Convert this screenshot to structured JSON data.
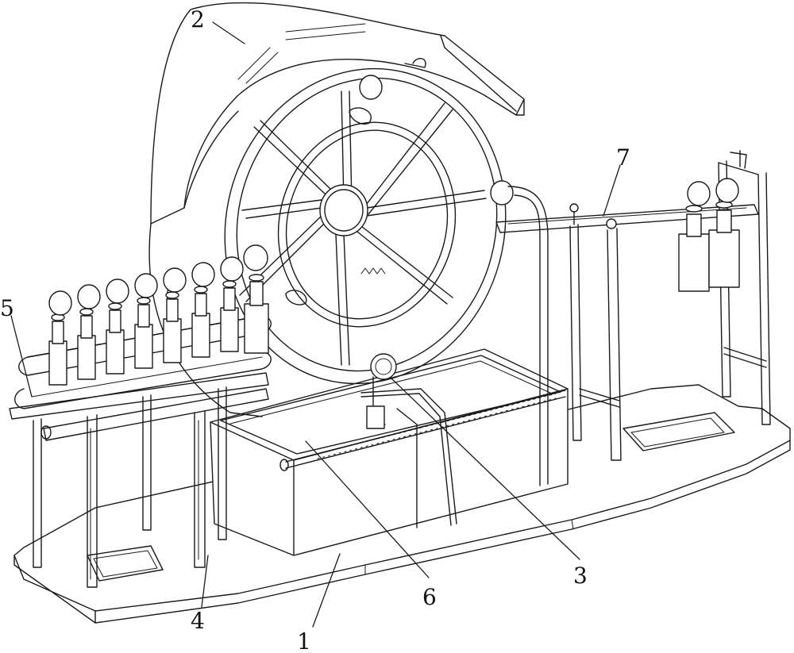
{
  "figure": {
    "callouts": [
      {
        "id": "1",
        "label": "1"
      },
      {
        "id": "2",
        "label": "2"
      },
      {
        "id": "3",
        "label": "3"
      },
      {
        "id": "4",
        "label": "4"
      },
      {
        "id": "5",
        "label": "5"
      },
      {
        "id": "6",
        "label": "6"
      },
      {
        "id": "7",
        "label": "7"
      }
    ],
    "line_color": "#1a1a1a",
    "background": "#ffffff"
  }
}
